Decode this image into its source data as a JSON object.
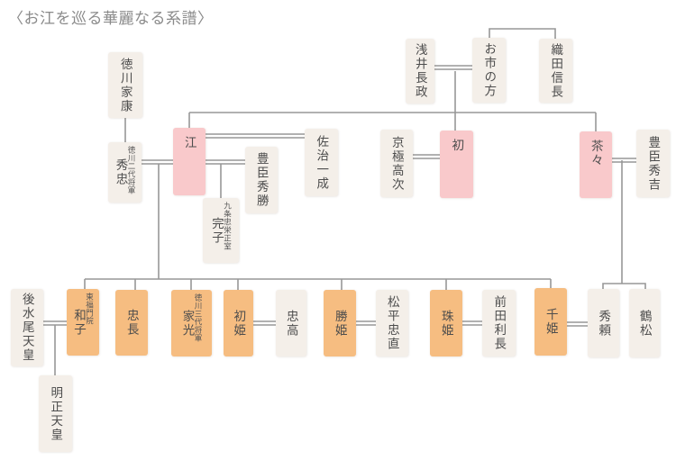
{
  "title": "〈お江を巡る華麗なる系譜〉",
  "colors": {
    "sister_box": "#f9c9cb",
    "child_box": "#f6bd81",
    "default_box": "#f4efe9",
    "line": "#979797",
    "title_text": "#8a8a8a",
    "node_text": "#4d4d4d"
  },
  "nodes": {
    "ieyasu": {
      "label": "徳川家康"
    },
    "hidetada": {
      "label": "秀忠",
      "annotation": "徳川二代将軍"
    },
    "gou": {
      "label": "江"
    },
    "saji_kazunari": {
      "label": "佐治一成"
    },
    "toyotomi_hidekatsu": {
      "label": "豊臣秀勝"
    },
    "sadako": {
      "label": "完子",
      "annotation": "九条忠栄正室"
    },
    "azai_nagamasa": {
      "label": "浅井長政"
    },
    "oichi": {
      "label": "お市の方"
    },
    "oda_nobunaga": {
      "label": "織田信長"
    },
    "kyogoku_takatsugu": {
      "label": "京極高次"
    },
    "hatsu": {
      "label": "初"
    },
    "chacha": {
      "label": "茶々"
    },
    "toyotomi_hideyoshi": {
      "label": "豊臣秀吉"
    },
    "gomizunoo": {
      "label": "後水尾天皇"
    },
    "masako": {
      "label": "和子",
      "annotation": "東福門院"
    },
    "meisho": {
      "label": "明正天皇"
    },
    "tadanaga": {
      "label": "忠長"
    },
    "iemitsu": {
      "label": "家光",
      "annotation": "徳川三代将軍"
    },
    "hatsuhime": {
      "label": "初姫"
    },
    "tadataka": {
      "label": "忠高"
    },
    "katsuhime": {
      "label": "勝姫"
    },
    "matsudaira_tadanao": {
      "label": "松平忠直"
    },
    "tamahime": {
      "label": "珠姫"
    },
    "maeda_toshinaga": {
      "label": "前田利長"
    },
    "senhime": {
      "label": "千姫"
    },
    "hideyori": {
      "label": "秀頼"
    },
    "tsurumatsu": {
      "label": "鶴松"
    }
  },
  "relations": {
    "marriages": [
      "浅井長政 × お市の方",
      "秀忠 × 江",
      "江 × 佐治一成",
      "江 × 豊臣秀勝",
      "京極高次 × 初",
      "茶々 × 豊臣秀吉",
      "後水尾天皇 × 和子",
      "初姫 × 忠高",
      "勝姫 × 松平忠直",
      "珠姫 × 前田利長",
      "千姫 × 秀頼"
    ],
    "parent_child": [
      "お市の方・織田信長は兄妹",
      "徳川家康 → 秀忠",
      "浅井長政×お市の方 → 江・初・茶々",
      "江×豊臣秀勝 → 完子",
      "秀忠×江 → 和子・忠長・家光・初姫・勝姫・珠姫・千姫",
      "後水尾天皇×和子 → 明正天皇",
      "茶々×豊臣秀吉 → 秀頼・鶴松"
    ]
  }
}
